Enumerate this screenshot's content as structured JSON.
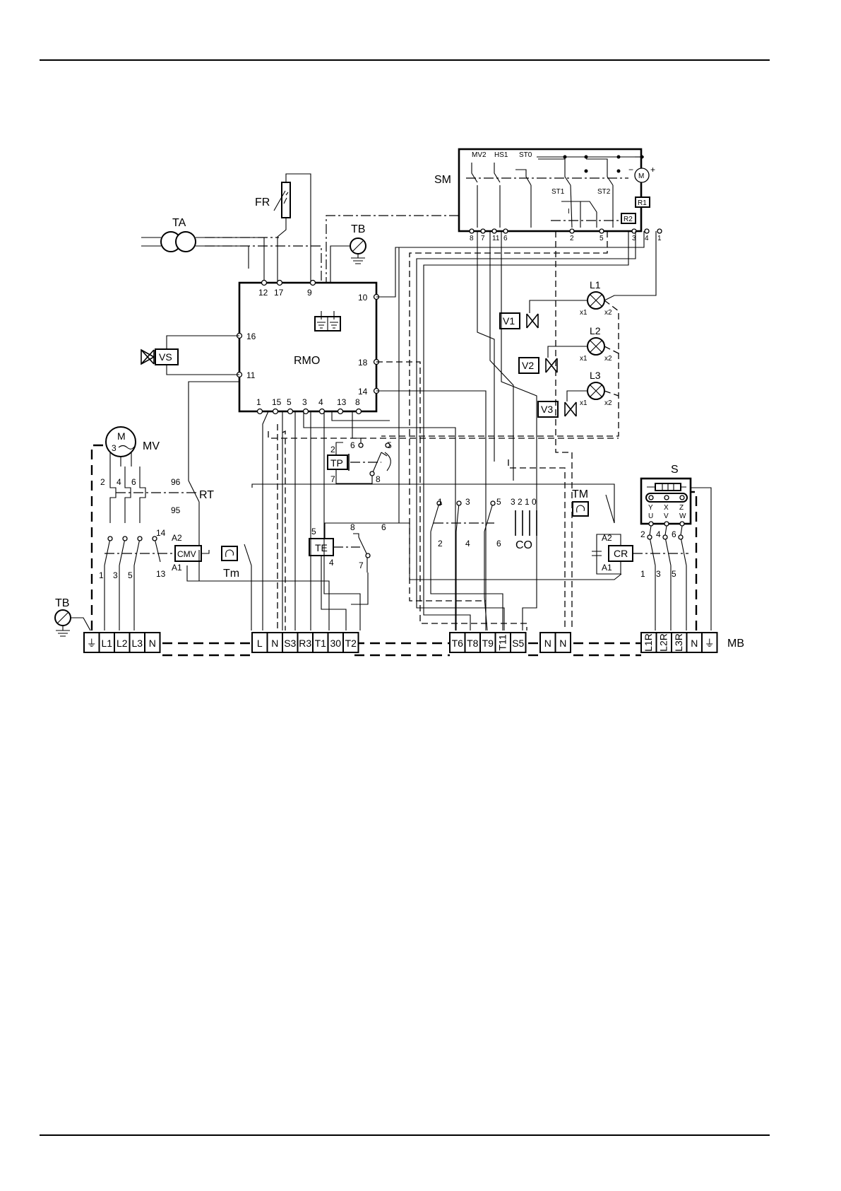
{
  "labels": {
    "SM": "SM",
    "MV2": "MV2",
    "HS1": "HS1",
    "ST0": "ST0",
    "ST1": "ST1",
    "ST2": "ST2",
    "R1": "R1",
    "R2": "R2",
    "M": "M",
    "FR": "FR",
    "TA": "TA",
    "TB": "TB",
    "RMO": "RMO",
    "VS": "VS",
    "MV": "MV",
    "RT": "RT",
    "CMV": "CMV",
    "Tm": "Tm",
    "TP": "TP",
    "TE": "TE",
    "CO": "CO",
    "TM": "TM",
    "CR": "CR",
    "S": "S",
    "MB": "MB",
    "L1": "L1",
    "L2": "L2",
    "L3": "L3",
    "V1": "V1",
    "V2": "V2",
    "V3": "V3",
    "x1": "x1",
    "x2": "x2",
    "CO_positions": "3 2 1 0",
    "A1": "A1",
    "A2": "A2",
    "n96": "96",
    "n95": "95",
    "n14": "14",
    "n13": "13",
    "I": "I"
  },
  "sm_terminals": [
    "8",
    "7",
    "11",
    "6",
    "2",
    "5",
    "3",
    "4",
    "1"
  ],
  "rmo_top_terminals": [
    "12",
    "17",
    "9"
  ],
  "rmo_left_terminals": [
    "16",
    "11"
  ],
  "rmo_right_terminals": [
    "10",
    "18",
    "14"
  ],
  "rmo_bottom_terminals": [
    "1",
    "15",
    "5",
    "3",
    "4",
    "13",
    "8"
  ],
  "motor_terminals_top": [
    "2",
    "4",
    "6"
  ],
  "contactor_terminals_bottom": [
    "1",
    "3",
    "5"
  ],
  "co_terminals_top": [
    "1",
    "3",
    "5"
  ],
  "co_terminals_bottom": [
    "2",
    "4",
    "6"
  ],
  "tp_terminals": [
    "2",
    "6",
    "5",
    "7",
    "8"
  ],
  "te_terminals": [
    "5",
    "8",
    "6",
    "4",
    "7"
  ],
  "s_top": [
    "Y",
    "X",
    "Z"
  ],
  "s_bottom": [
    "U",
    "V",
    "W"
  ],
  "cr_top": [
    "2",
    "4",
    "6"
  ],
  "cr_bottom": [
    "1",
    "3",
    "5"
  ],
  "mb_terminals": [
    "⏚",
    "L1",
    "L2",
    "L3",
    "N",
    "L",
    "N",
    "S3",
    "R3",
    "T1",
    "30",
    "T2",
    "T6",
    "T8",
    "T9",
    "T11",
    "S5",
    "N",
    "N",
    "L1R",
    "L2R",
    "L3R",
    "N",
    "⏚"
  ]
}
